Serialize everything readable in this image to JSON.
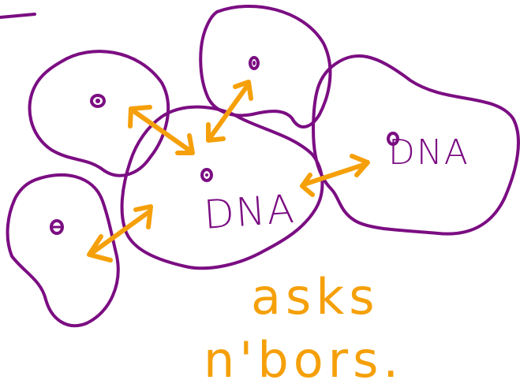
{
  "colors": {
    "cell_stroke": "#7b0d82",
    "arrow": "#f5a00a",
    "annotation": "#f5a00a",
    "dna_text": "#7b0d82",
    "background": "#ffffff"
  },
  "labels": {
    "center_cell": "DNA",
    "right_cell": "DNA"
  },
  "annotation": {
    "line1": "asks",
    "line2": "n'bors."
  }
}
